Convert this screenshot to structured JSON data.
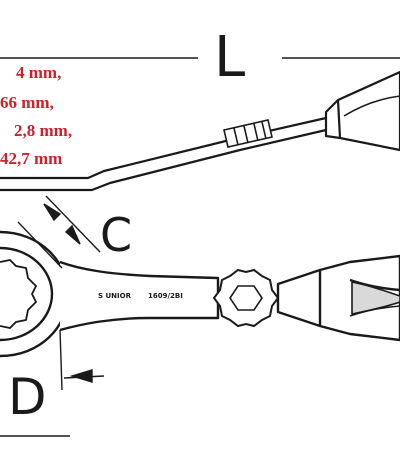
{
  "dimensions": {
    "length_label": "L",
    "thickness_label": "C",
    "diameter_label": "D"
  },
  "specs": [
    {
      "value": "4 mm,"
    },
    {
      "value": "66 mm,"
    },
    {
      "value": "2,8 mm,"
    },
    {
      "value": "42,7 mm"
    }
  ],
  "tool_marking": {
    "brand": "S UNIOR",
    "code": "1609/2BI"
  },
  "colors": {
    "spec_text": "#d0202a",
    "line_art": "#1a1a1a",
    "handle_fill": "#d9d9d9",
    "background": "#ffffff"
  }
}
